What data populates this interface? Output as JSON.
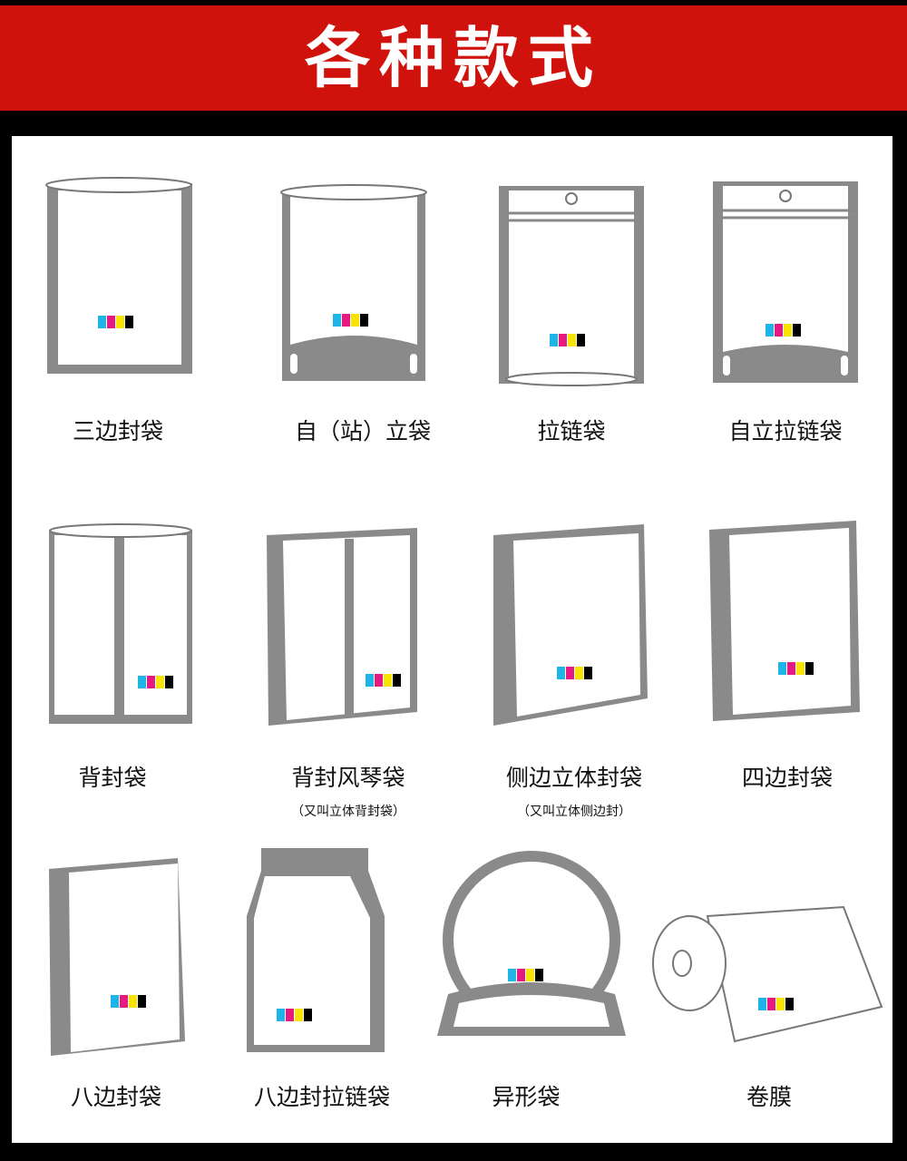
{
  "title": "各种款式",
  "items": [
    {
      "label": "三边封袋",
      "icon": "three-side-seal-bag-icon"
    },
    {
      "label": "自（站）立袋",
      "icon": "stand-up-pouch-icon"
    },
    {
      "label": "拉链袋",
      "icon": "zipper-bag-icon"
    },
    {
      "label": "自立拉链袋",
      "icon": "stand-up-zipper-pouch-icon"
    },
    {
      "label": "背封袋",
      "icon": "back-seal-bag-icon"
    },
    {
      "label": "背封风琴袋",
      "note": "（又叫立体背封袋）",
      "icon": "back-seal-gusset-bag-icon"
    },
    {
      "label": "侧边立体封袋",
      "note": "（又叫立体侧边封）",
      "icon": "side-gusset-bag-icon"
    },
    {
      "label": "四边封袋",
      "icon": "four-side-seal-bag-icon"
    },
    {
      "label": "八边封袋",
      "icon": "eight-side-seal-bag-icon"
    },
    {
      "label": "八边封拉链袋",
      "icon": "eight-side-seal-zipper-bag-icon"
    },
    {
      "label": "异形袋",
      "icon": "shaped-bag-icon"
    },
    {
      "label": "卷膜",
      "icon": "roll-film-icon"
    }
  ],
  "colors": {
    "banner": "#d0120c",
    "seal_gray": "#8a8a8a",
    "cyan": "#1fb4e8",
    "magenta": "#e5197f",
    "yellow": "#f7e400",
    "black": "#000000"
  }
}
